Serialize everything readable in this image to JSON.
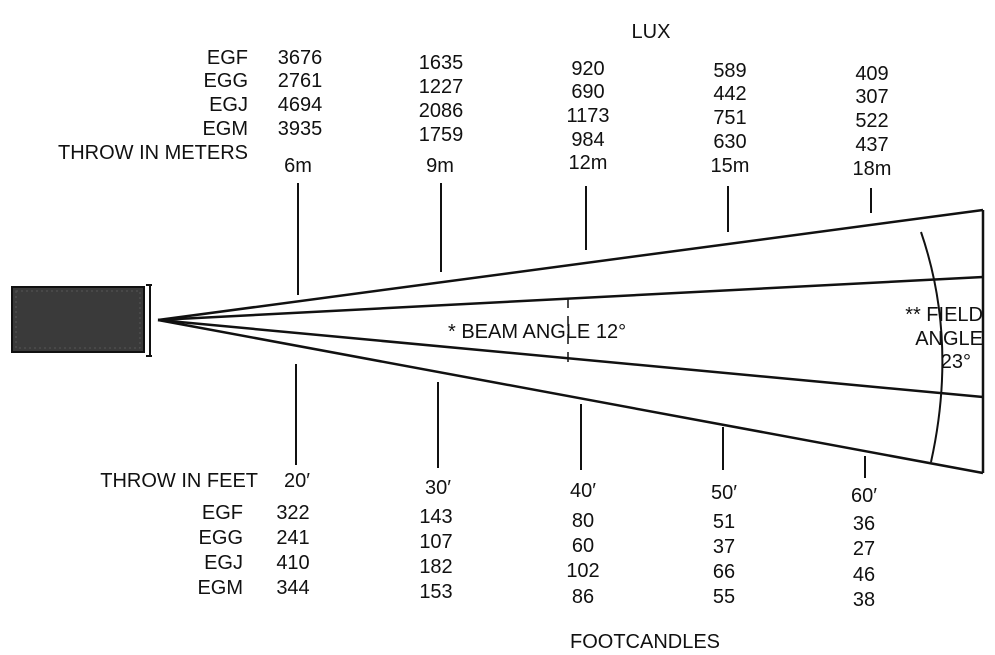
{
  "lux_title": "LUX",
  "footcandles_title": "FOOTCANDLES",
  "throw_meters_label": "THROW IN METERS",
  "throw_feet_label": "THROW IN FEET",
  "lamps": [
    "EGF",
    "EGG",
    "EGJ",
    "EGM"
  ],
  "meters": [
    "6m",
    "9m",
    "12m",
    "15m",
    "18m"
  ],
  "feet": [
    "20′",
    "30′",
    "40′",
    "50′",
    "60′"
  ],
  "lux": [
    [
      "3676",
      "2761",
      "4694",
      "3935"
    ],
    [
      "1635",
      "1227",
      "2086",
      "1759"
    ],
    [
      "920",
      "690",
      "1173",
      "984"
    ],
    [
      "589",
      "442",
      "751",
      "630"
    ],
    [
      "409",
      "307",
      "522",
      "437"
    ]
  ],
  "footcandles": [
    [
      "322",
      "241",
      "410",
      "344"
    ],
    [
      "143",
      "107",
      "182",
      "153"
    ],
    [
      "80",
      "60",
      "102",
      "86"
    ],
    [
      "51",
      "37",
      "66",
      "55"
    ],
    [
      "36",
      "27",
      "46",
      "38"
    ]
  ],
  "beam_angle_label": "* BEAM ANGLE 12°",
  "field_angle_label": {
    "line1": "** FIELD",
    "line2": "ANGLE",
    "line3": "23°"
  },
  "colors": {
    "ink": "#111111",
    "lamp_body": "#3a3a3a",
    "background": "#ffffff"
  }
}
